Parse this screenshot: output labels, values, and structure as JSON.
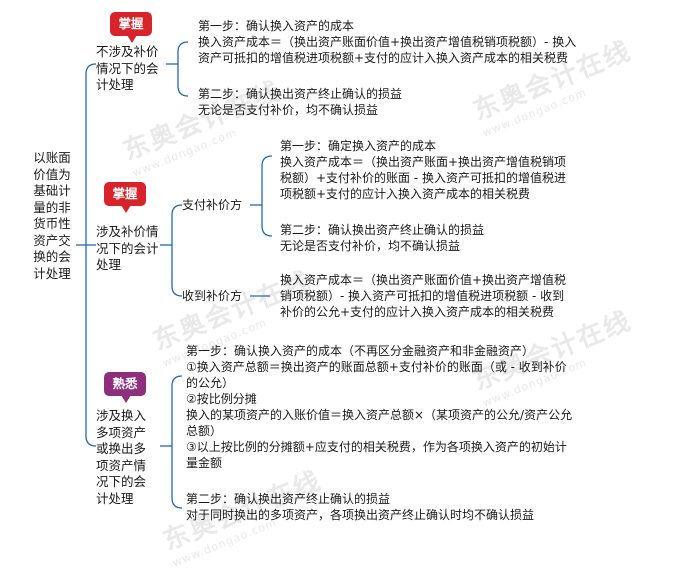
{
  "root": "以账面价值为基础计量的非货币性资产交换的会计处理",
  "colors": {
    "badge_master": "#d8232a",
    "badge_familiar": "#8e2f7d",
    "connector": "#1f6bb5"
  },
  "watermark": {
    "brand": "东奥会计在线",
    "url": "www.dongao.com"
  },
  "branches": [
    {
      "badge": "掌握",
      "label": "不涉及补价情况下的会计处理",
      "steps": [
        {
          "lines": [
            "第一步：确认换入资产的成本",
            "换入资产成本＝（换出资产账面价值+换出资产增值税销项税额）- 换入",
            "资产可抵扣的增值税进项税额+支付的应计入换入资产成本的相关税费"
          ]
        },
        {
          "lines": [
            "第二步：确认换出资产终止确认的损益",
            "无论是否支付补价，均不确认损益"
          ]
        }
      ]
    },
    {
      "badge": "掌握",
      "label": "涉及补价情况下的会计处理",
      "sub": [
        {
          "label": "支付补价方",
          "steps": [
            {
              "lines": [
                "第一步：确定换入资产的成本",
                "换入资产成本＝（换出资产账面+换出资产增值税销项",
                "税额）+支付补价的账面 - 换入资产可抵扣的增值税进",
                "项税额+支付的应计入换入资产成本的相关税费"
              ]
            },
            {
              "lines": [
                "第二步：确认换出资产终止确认的损益",
                "无论是否支付补价，均不确认损益"
              ]
            }
          ]
        },
        {
          "label": "收到补价方",
          "steps": [
            {
              "lines": [
                "换入资产成本＝（换出资产账面价值+换出资产增值税",
                "销项税额）- 换入资产可抵扣的增值税进项税额 - 收到",
                "补价的公允+支付的应计入换入资产成本的相关税费"
              ]
            }
          ]
        }
      ]
    },
    {
      "badge": "熟悉",
      "label": "涉及换入多项资产或换出多项资产情况下的会计处理",
      "steps": [
        {
          "lines": [
            "第一步：确认换入资产的成本（不再区分金融资产和非金融资产）",
            "①换入资产总额＝换出资产的账面总额+支付补价的账面（或 - 收到补价",
            "的公允）",
            "②按比例分摊",
            "换入的某项资产的入账价值＝换入资产总额×（某项资产的公允/资产公允",
            "总额）",
            "③以上按比例的分摊额+应支付的相关税费，作为各项换入资产的初始计",
            "量金额"
          ]
        },
        {
          "lines": [
            "第二步：确认换出资产终止确认的损益",
            "对于同时换出的多项资产，各项换出资产终止确认时均不确认损益"
          ]
        }
      ]
    }
  ]
}
